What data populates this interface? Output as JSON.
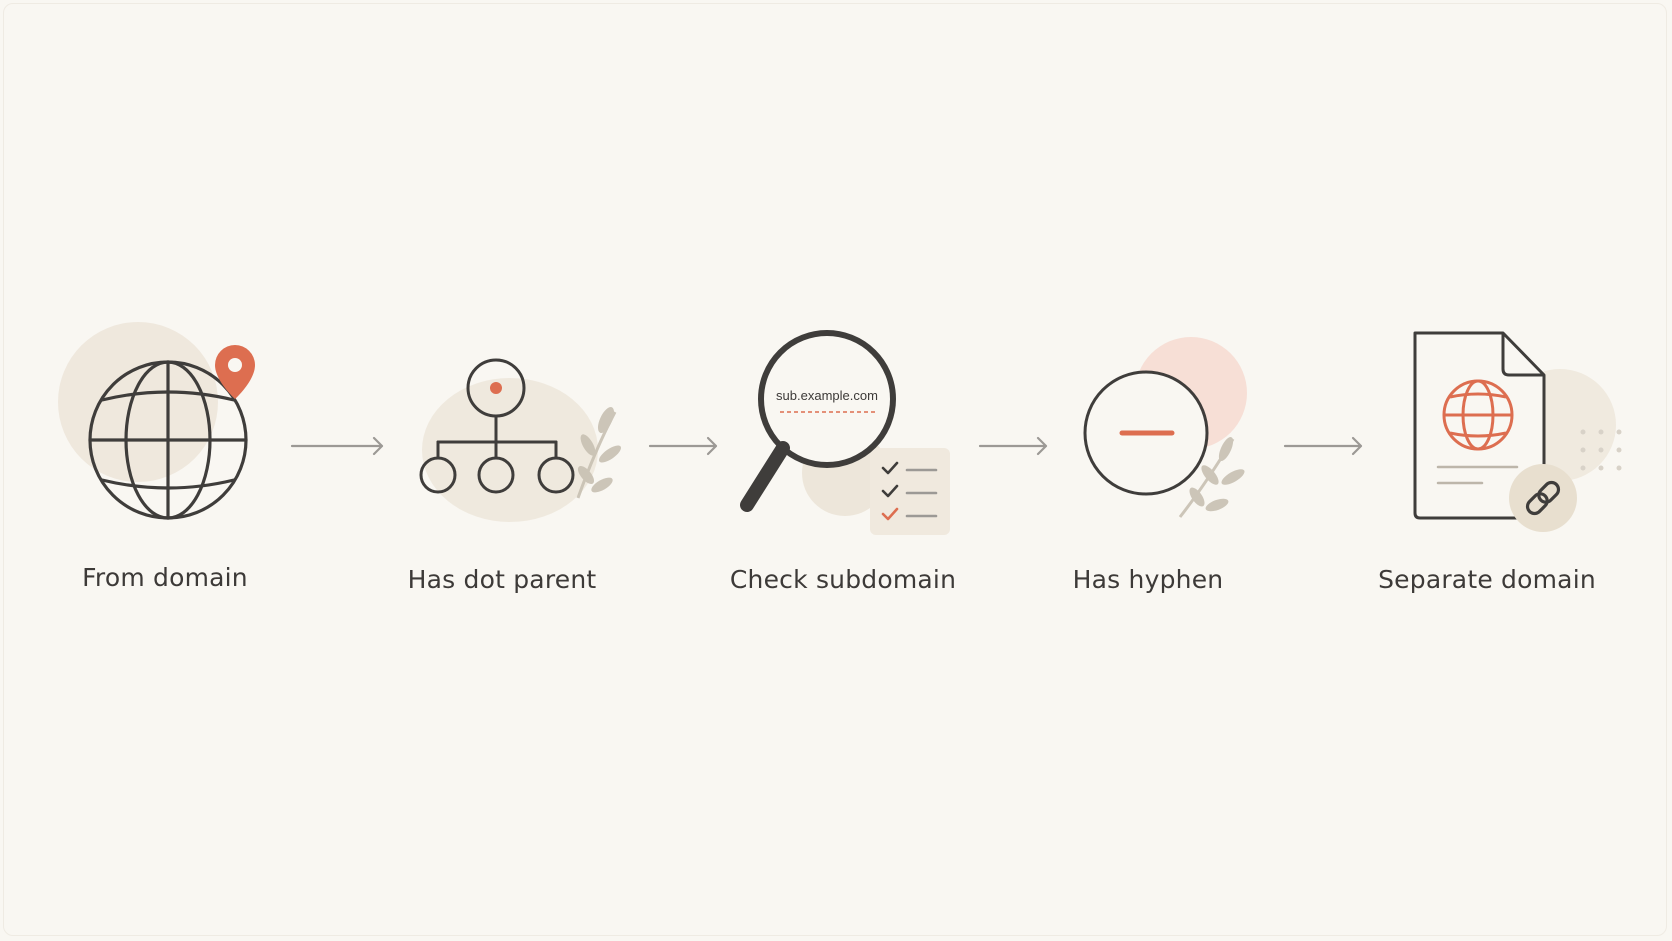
{
  "steps": [
    {
      "label": "From domain",
      "icon": "globe-location-icon"
    },
    {
      "label": "Has dot parent",
      "icon": "hierarchy-tree-icon"
    },
    {
      "label": "Check subdomain",
      "icon": "magnifier-search-icon",
      "search_text": "sub.example.com"
    },
    {
      "label": "Has hyphen",
      "icon": "hyphen-circle-icon"
    },
    {
      "label": "Separate domain",
      "icon": "document-link-icon"
    }
  ],
  "colors": {
    "background": "#f9f7f2",
    "stroke": "#3f3d3b",
    "accent": "#dd6e50",
    "arrow": "#9c9995",
    "blob_beige": "#ede6da",
    "blob_pink": "#f6dcd3",
    "leaf": "#c8c0b2"
  }
}
